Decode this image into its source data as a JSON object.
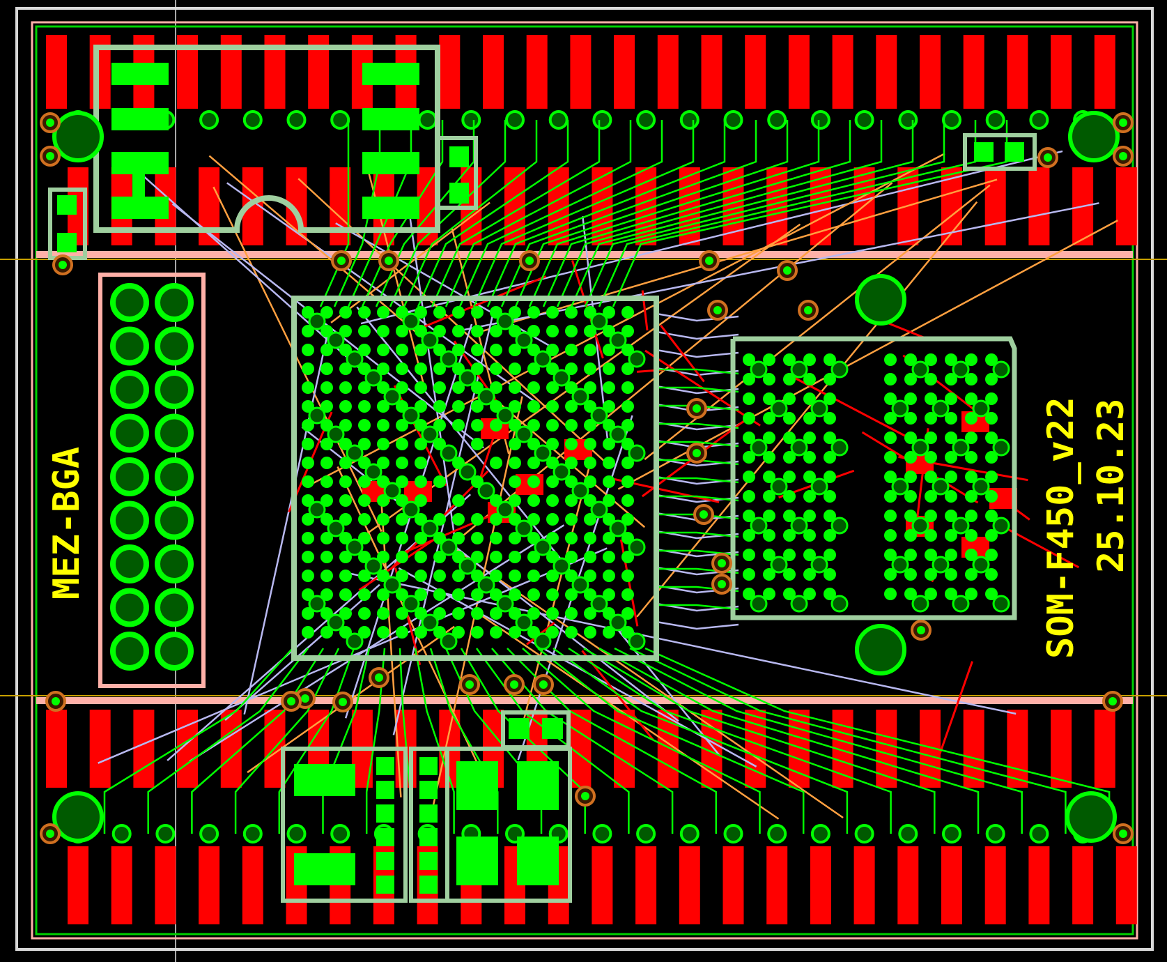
{
  "board": {
    "left_label": "MEZ-BGA",
    "title_line1": "SOM-F450_v22",
    "title_line2": "25.10.23"
  },
  "colors": {
    "background": "#000000",
    "top_copper": "#ff0000",
    "pads_vias": "#00ff00",
    "silkscreen": "#9fcf9f",
    "board_outline": "#ffb0a8",
    "inner_traces_orange": "#ffa040",
    "inner_traces_lavender": "#b8b8f0",
    "text": "#ffff00",
    "frame": "#d0d0d0",
    "via_ring": "#d07020"
  },
  "layers": [
    "top-copper",
    "vias",
    "inner-routing",
    "silkscreen",
    "outline"
  ]
}
